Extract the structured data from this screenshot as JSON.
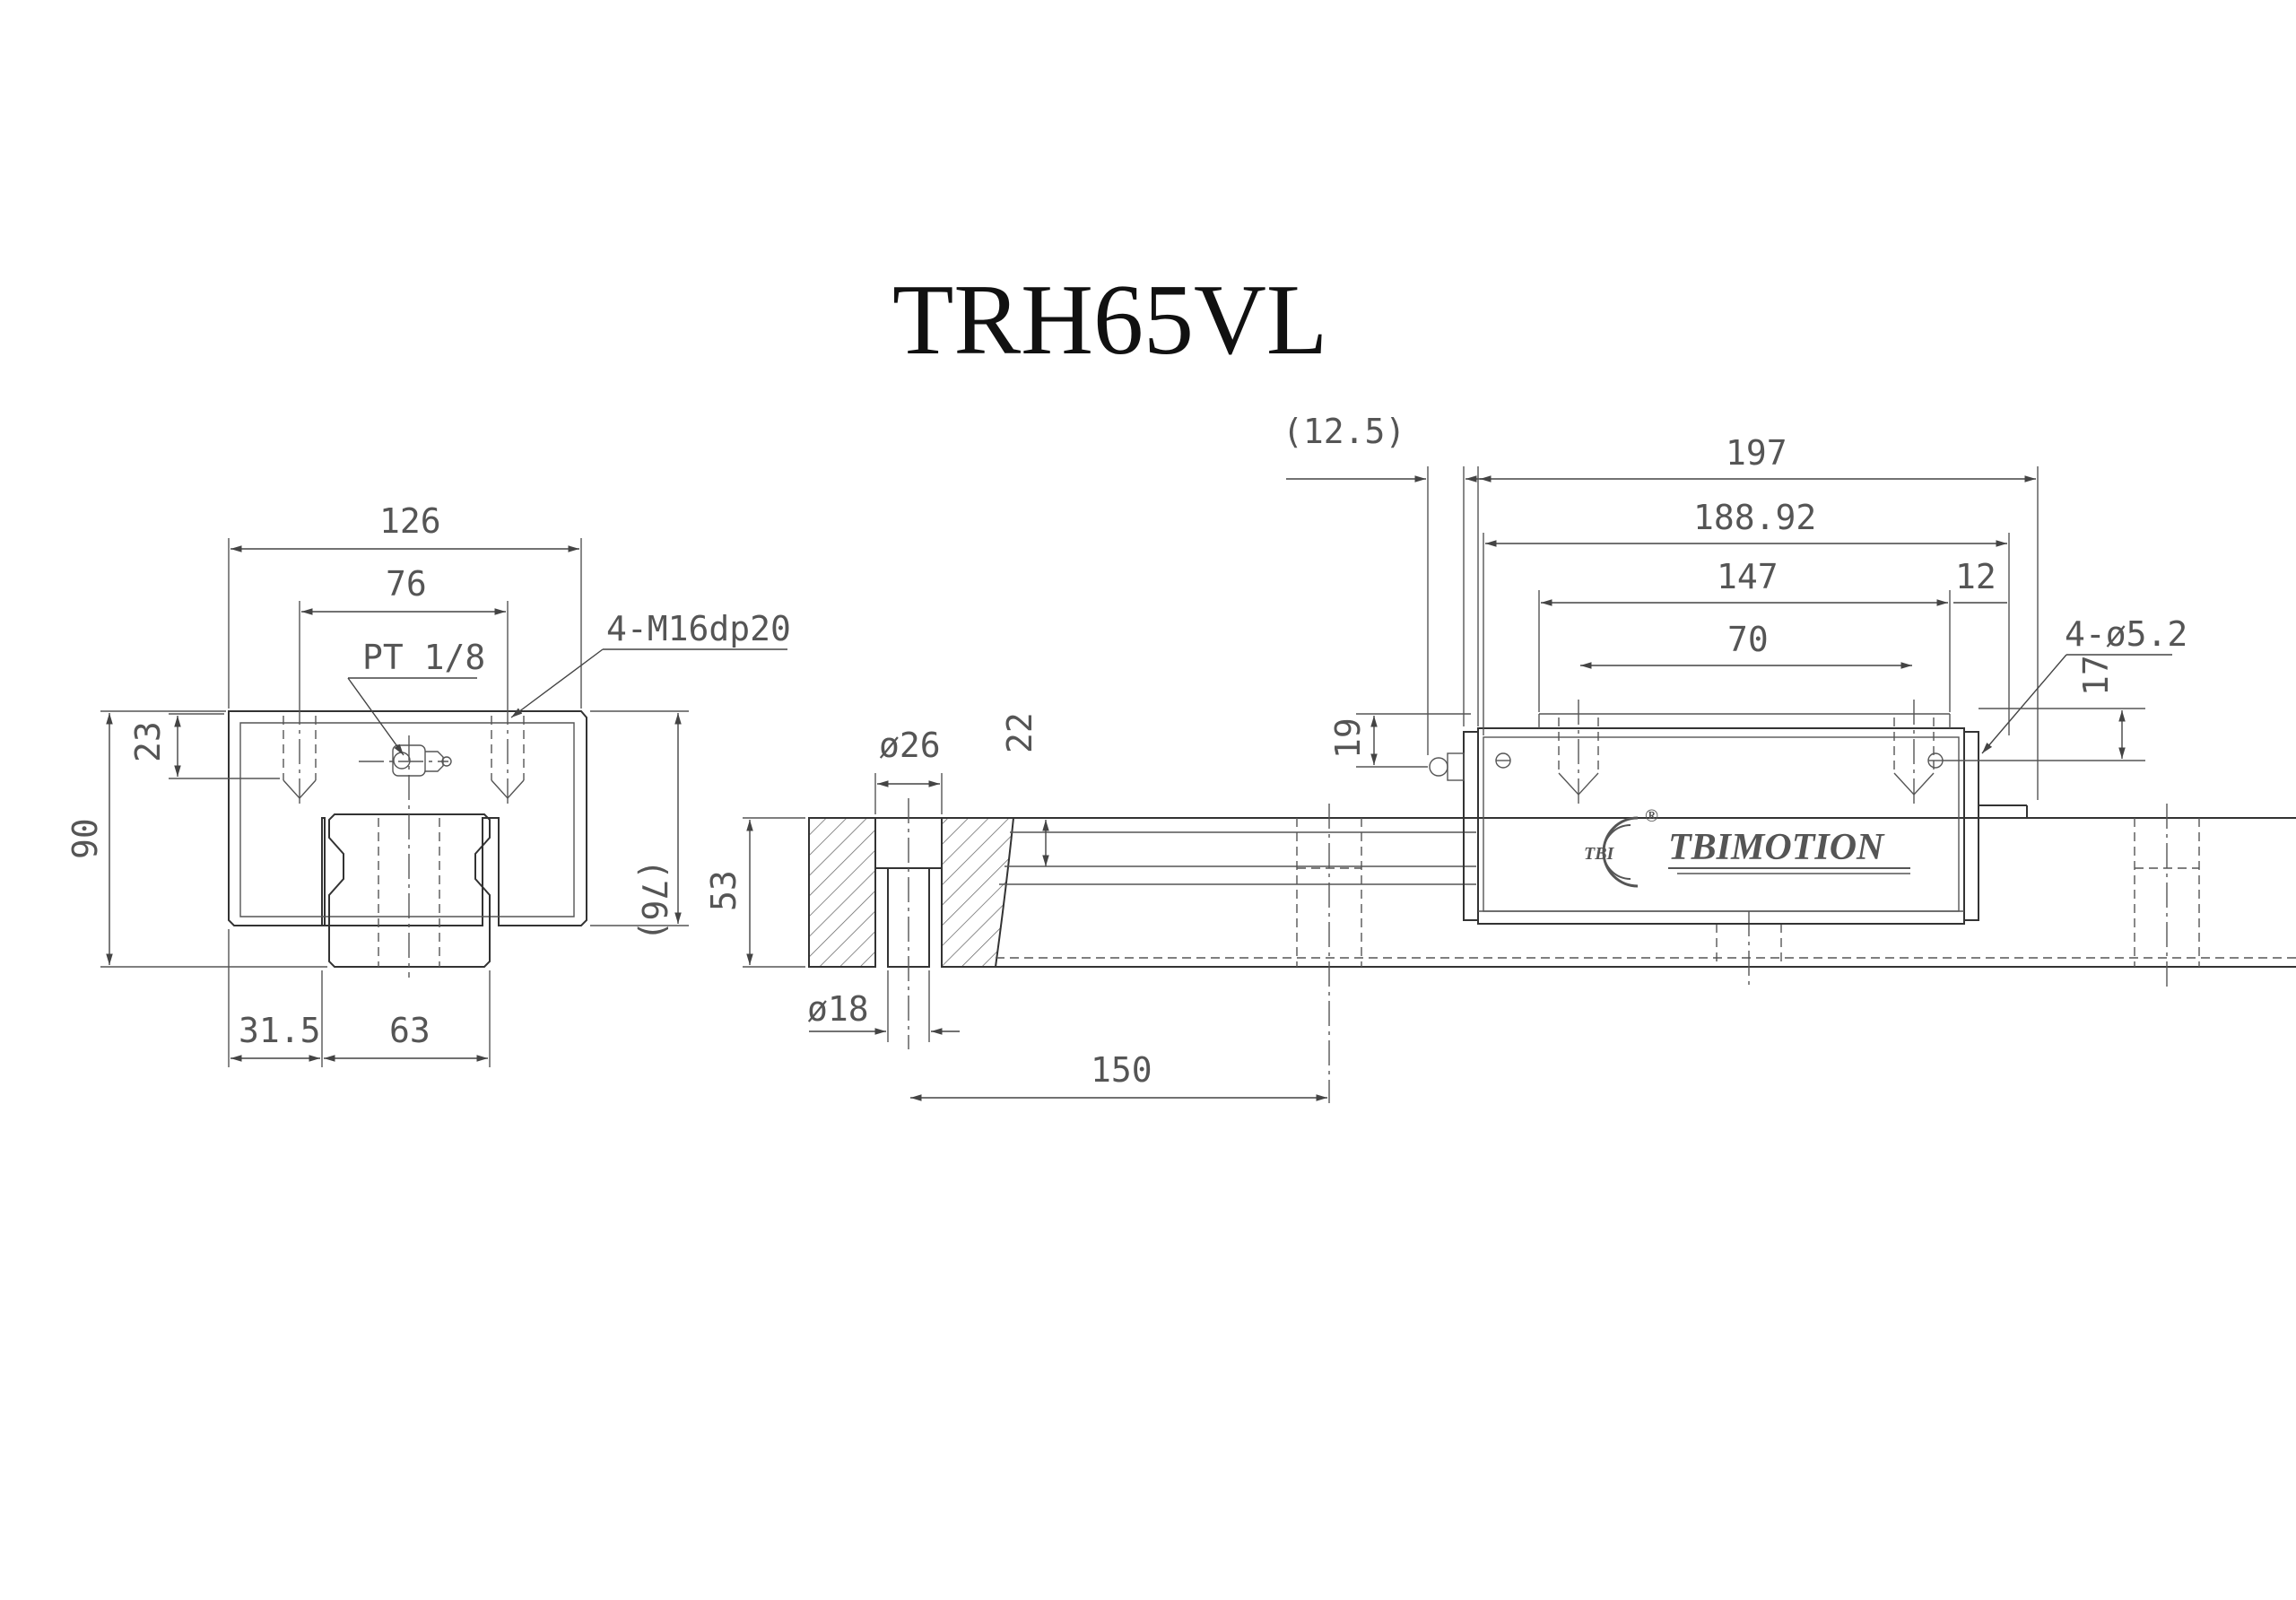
{
  "title": "TRH65VL",
  "brand": {
    "name": "TBIMOTION",
    "mark_text": "TBI",
    "registered": "®"
  },
  "front_view": {
    "width": "126",
    "mount_spacing": "76",
    "grease_fitting": "PT 1/8",
    "tapped_holes": "4-M16dp20",
    "top_to_hole": "23",
    "total_height": "90",
    "block_height": "(76)",
    "side_offset": "31.5",
    "rail_width": "63"
  },
  "rail_section": {
    "counterbore_dia": "ø26",
    "counterbore_depth": "22",
    "rail_height": "53",
    "through_hole_dia": "ø18",
    "hole_pitch": "150"
  },
  "side_view": {
    "seal_offset": "(12.5)",
    "block_length": "197",
    "body_length": "188.92",
    "hole_spacing_long": "147",
    "hole_spacing_short": "70",
    "end_offset": "12",
    "lube_holes": "4-ø5.2",
    "lube_height": "17",
    "nipple_height": "19"
  }
}
